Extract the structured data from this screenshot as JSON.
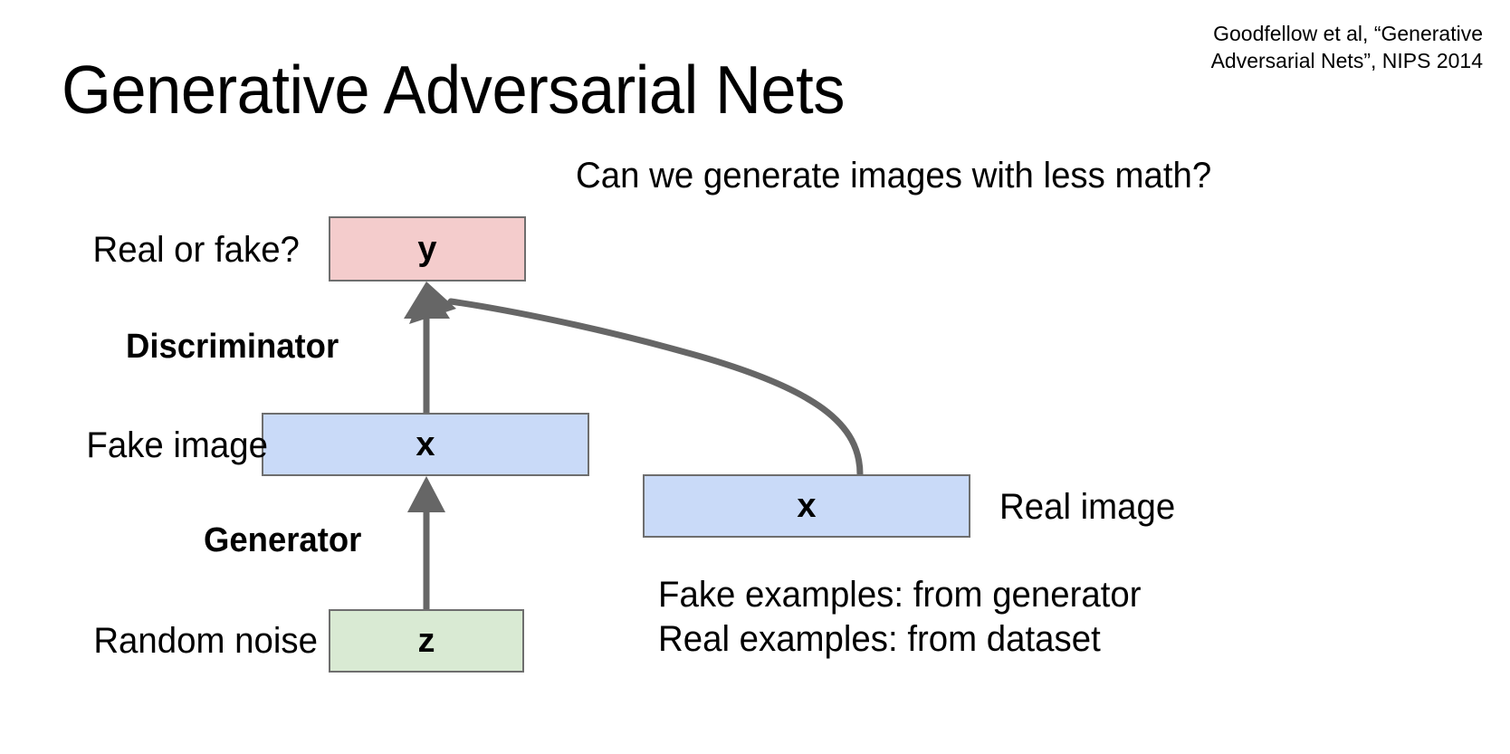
{
  "slide": {
    "title": "Generative Adversarial Nets",
    "citation_line_1": "Goodfellow et al, “Generative",
    "citation_line_2": "Adversarial Nets”, NIPS 2014",
    "subtitle": "Can we generate images with less math?",
    "background_color": "#ffffff"
  },
  "diagram": {
    "nodes": {
      "output": {
        "symbol": "y",
        "label": "Real or fake?",
        "fill": "#f4cccc",
        "stroke": "#6e6e6e"
      },
      "fake_image": {
        "symbol": "x",
        "label": "Fake image",
        "fill": "#c9daf8",
        "stroke": "#6e6e6e"
      },
      "noise": {
        "symbol": "z",
        "label": "Random noise",
        "fill": "#d9ead3",
        "stroke": "#6e6e6e"
      },
      "real_image": {
        "symbol": "x",
        "label": "Real image",
        "fill": "#c9daf8",
        "stroke": "#6e6e6e"
      }
    },
    "edges": {
      "discriminator": "Discriminator",
      "generator": "Generator",
      "arrow_color": "#666666"
    }
  },
  "notes": {
    "line_1": "Fake examples: from generator",
    "line_2": "Real examples: from dataset"
  }
}
